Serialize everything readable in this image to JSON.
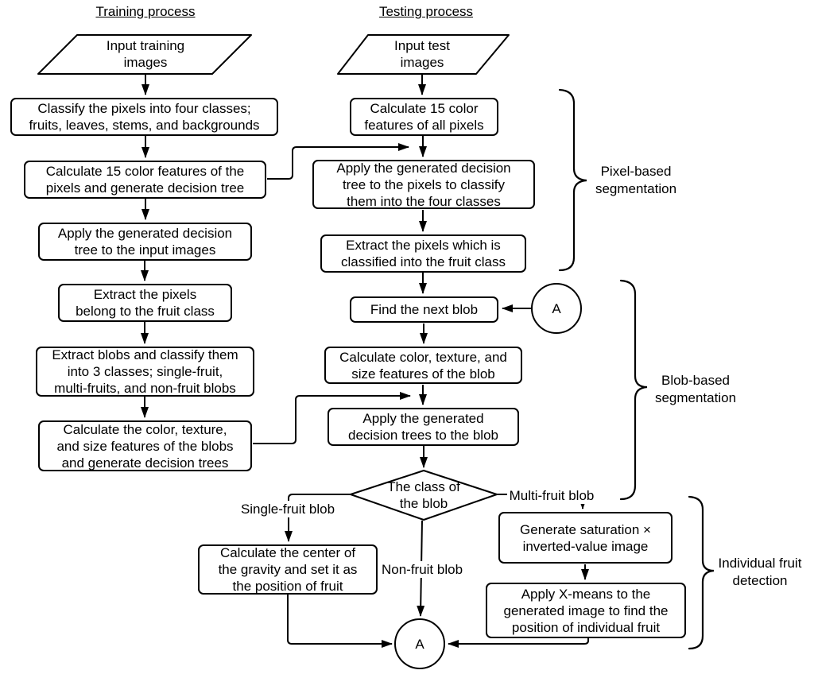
{
  "diagram": {
    "titles": {
      "training": "Training process",
      "testing": "Testing process"
    },
    "training": {
      "input": "Input training\nimages",
      "classify": "Classify the pixels into four classes;\nfruits, leaves, stems, and backgrounds",
      "calc15": "Calculate 15 color features of the\npixels and generate decision tree",
      "apply_tree": "Apply the generated decision\ntree to the input images",
      "extract_pixels": "Extract the pixels\nbelong to the fruit class",
      "extract_blobs": "Extract blobs and classify them\ninto 3 classes; single-fruit,\nmulti-fruits, and non-fruit blobs",
      "calc_blob_features": "Calculate the color, texture,\nand size features of the blobs\nand generate decision trees"
    },
    "testing": {
      "input": "Input test\nimages",
      "calc15": "Calculate 15 color\nfeatures of all pixels",
      "apply_tree": "Apply the generated decision\ntree to the pixels to classify\nthem into the four classes",
      "extract_fruit_pixels": "Extract the pixels which is\nclassified into the fruit class",
      "find_blob": "Find the next blob",
      "calc_blob_features": "Calculate color, texture, and\nsize features of the blob",
      "apply_trees": "Apply the generated\ndecision trees to the blob",
      "decision": "The class of\nthe blob",
      "gen_saturation": "Generate saturation ×\ninverted-value image",
      "xmeans": "Apply X-means to the\ngenerated image to find the\nposition of individual fruit",
      "calc_center": "Calculate the center of\nthe gravity and set it as\nthe position of fruit"
    },
    "edge_labels": {
      "single_fruit": "Single-fruit blob",
      "multi_fruit": "Multi-fruit blob",
      "non_fruit": "Non-fruit blob"
    },
    "connector_label": "A",
    "braces": {
      "pixel": "Pixel-based\nsegmentation",
      "blob": "Blob-based\nsegmentation",
      "individual": "Individual fruit\ndetection"
    },
    "colors": {
      "stroke": "#000000",
      "background": "#ffffff"
    }
  }
}
